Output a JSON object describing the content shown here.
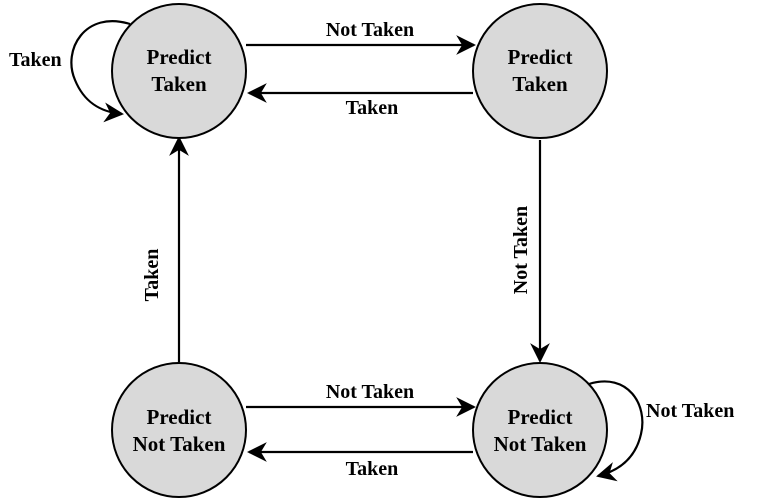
{
  "states": {
    "top_left": {
      "line1": "Predict",
      "line2": "Taken"
    },
    "top_right": {
      "line1": "Predict",
      "line2": "Taken"
    },
    "bottom_left": {
      "line1": "Predict",
      "line2": "Not Taken"
    },
    "bottom_right": {
      "line1": "Predict",
      "line2": "Not Taken"
    }
  },
  "transitions": {
    "top_left_self": "Taken",
    "top_left_to_top_right": "Not Taken",
    "top_right_to_top_left": "Taken",
    "top_right_to_bottom_right": "Not Taken",
    "bottom_left_to_top_left": "Taken",
    "bottom_left_to_bottom_right": "Not Taken",
    "bottom_right_to_bottom_left": "Taken",
    "bottom_right_self": "Not Taken"
  },
  "colors": {
    "state_fill": "#d9d9d9",
    "stroke": "#000000",
    "background": "#ffffff"
  }
}
